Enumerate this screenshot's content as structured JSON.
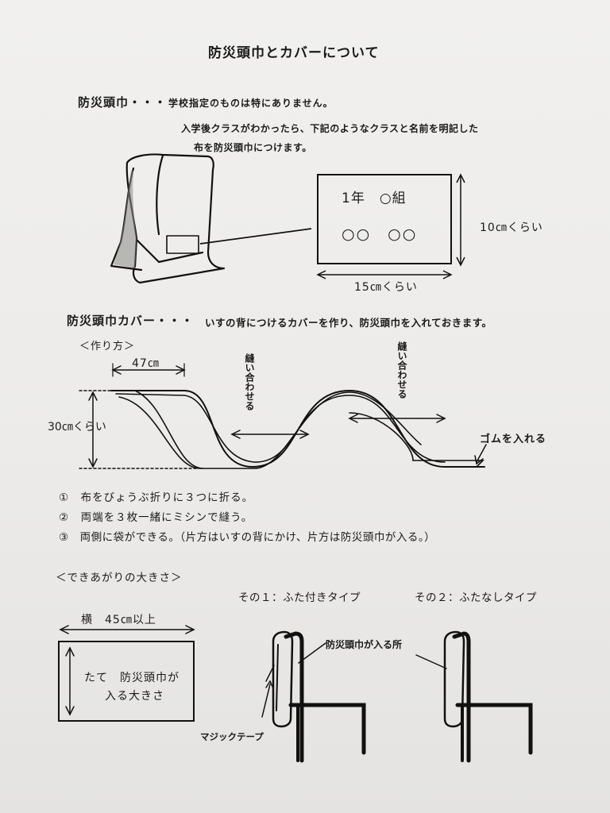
{
  "title": "防災頭巾とカバーについて",
  "hood_section": {
    "heading": "防災頭巾・・・",
    "note": "学校指定のものは特にありません。",
    "instruction_line1": "入学後クラスがわかったら、下記のようなクラスと名前を明記した",
    "instruction_line2": "布を防災頭巾につけます。",
    "label_class": "1年　○組",
    "label_name": "○○　○○",
    "label_height": "10㎝くらい",
    "label_width": "15㎝くらい"
  },
  "cover_section": {
    "heading": "防災頭巾カバー・・・",
    "description": "いすの背につけるカバーを作り、防災頭巾を入れておきます。",
    "howto_label": "＜作り方＞",
    "width_dim": "47㎝",
    "height_dim": "30㎝くらい",
    "sew_label": "縫い合わせる",
    "elastic_label": "ゴムを入れる",
    "steps": [
      "①　布をびょうぶ折りに３つに折る。",
      "②　両端を３枚一緒にミシンで縫う。",
      "③　両側に袋ができる。（片方はいすの背にかけ、片方は防災頭巾が入る。）"
    ]
  },
  "finished_section": {
    "heading": "＜できあがりの大きさ＞",
    "width_label": "横　45㎝以上",
    "box_line1": "たて　防災頭巾が",
    "box_line2": "入る大きさ",
    "type1": "その１：ふた付きタイプ",
    "type2": "その２：ふたなしタイプ",
    "hood_slot_label": "防災頭巾が入る所",
    "velcro_label": "マジックテープ"
  }
}
